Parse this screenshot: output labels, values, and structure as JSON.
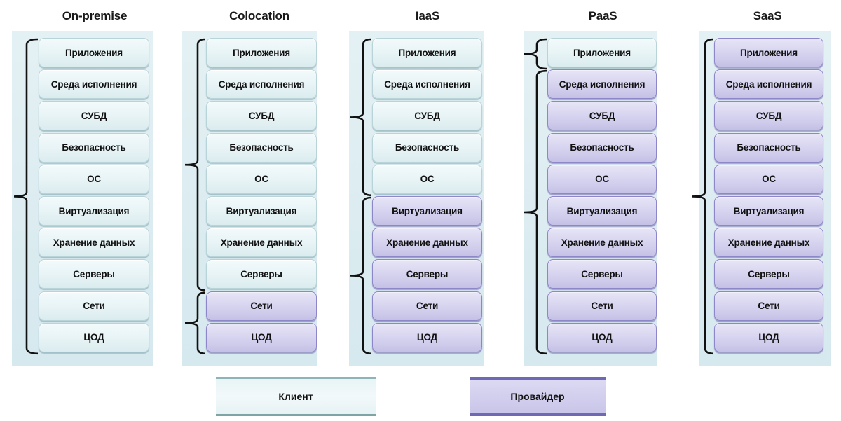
{
  "colors": {
    "client_fill": "#e8f4f6",
    "provider_fill": "#d5d2ef",
    "provider_border": "#8d86c9",
    "bracket": "#111111"
  },
  "columns": [
    {
      "title": "On-premise",
      "layers": [
        {
          "label": "Приложения",
          "managed_by": "client"
        },
        {
          "label": "Среда исполнения",
          "managed_by": "client"
        },
        {
          "label": "СУБД",
          "managed_by": "client"
        },
        {
          "label": "Безопасность",
          "managed_by": "client"
        },
        {
          "label": "ОС",
          "managed_by": "client"
        },
        {
          "label": "Виртуализация",
          "managed_by": "client"
        },
        {
          "label": "Хранение данных",
          "managed_by": "client"
        },
        {
          "label": "Серверы",
          "managed_by": "client"
        },
        {
          "label": "Сети",
          "managed_by": "client"
        },
        {
          "label": "ЦОД",
          "managed_by": "client"
        }
      ]
    },
    {
      "title": "Colocation",
      "layers": [
        {
          "label": "Приложения",
          "managed_by": "client"
        },
        {
          "label": "Среда исполнения",
          "managed_by": "client"
        },
        {
          "label": "СУБД",
          "managed_by": "client"
        },
        {
          "label": "Безопасность",
          "managed_by": "client"
        },
        {
          "label": "ОС",
          "managed_by": "client"
        },
        {
          "label": "Виртуализация",
          "managed_by": "client"
        },
        {
          "label": "Хранение данных",
          "managed_by": "client"
        },
        {
          "label": "Серверы",
          "managed_by": "client"
        },
        {
          "label": "Сети",
          "managed_by": "provider"
        },
        {
          "label": "ЦОД",
          "managed_by": "provider"
        }
      ]
    },
    {
      "title": "IaaS",
      "layers": [
        {
          "label": "Приложения",
          "managed_by": "client"
        },
        {
          "label": "Среда исполнения",
          "managed_by": "client"
        },
        {
          "label": "СУБД",
          "managed_by": "client"
        },
        {
          "label": "Безопасность",
          "managed_by": "client"
        },
        {
          "label": "ОС",
          "managed_by": "client"
        },
        {
          "label": "Виртуализация",
          "managed_by": "provider"
        },
        {
          "label": "Хранение данных",
          "managed_by": "provider"
        },
        {
          "label": "Серверы",
          "managed_by": "provider"
        },
        {
          "label": "Сети",
          "managed_by": "provider"
        },
        {
          "label": "ЦОД",
          "managed_by": "provider"
        }
      ]
    },
    {
      "title": "PaaS",
      "layers": [
        {
          "label": "Приложения",
          "managed_by": "client"
        },
        {
          "label": "Среда исполнения",
          "managed_by": "provider"
        },
        {
          "label": "СУБД",
          "managed_by": "provider"
        },
        {
          "label": "Безопасность",
          "managed_by": "provider"
        },
        {
          "label": "ОС",
          "managed_by": "provider"
        },
        {
          "label": "Виртуализация",
          "managed_by": "provider"
        },
        {
          "label": "Хранение данных",
          "managed_by": "provider"
        },
        {
          "label": "Серверы",
          "managed_by": "provider"
        },
        {
          "label": "Сети",
          "managed_by": "provider"
        },
        {
          "label": "ЦОД",
          "managed_by": "provider"
        }
      ]
    },
    {
      "title": "SaaS",
      "layers": [
        {
          "label": "Приложения",
          "managed_by": "provider"
        },
        {
          "label": "Среда исполнения",
          "managed_by": "provider"
        },
        {
          "label": "СУБД",
          "managed_by": "provider"
        },
        {
          "label": "Безопасность",
          "managed_by": "provider"
        },
        {
          "label": "ОС",
          "managed_by": "provider"
        },
        {
          "label": "Виртуализация",
          "managed_by": "provider"
        },
        {
          "label": "Хранение данных",
          "managed_by": "provider"
        },
        {
          "label": "Серверы",
          "managed_by": "provider"
        },
        {
          "label": "Сети",
          "managed_by": "provider"
        },
        {
          "label": "ЦОД",
          "managed_by": "provider"
        }
      ]
    }
  ],
  "legend": {
    "client_label": "Клиент",
    "provider_label": "Провайдер"
  }
}
